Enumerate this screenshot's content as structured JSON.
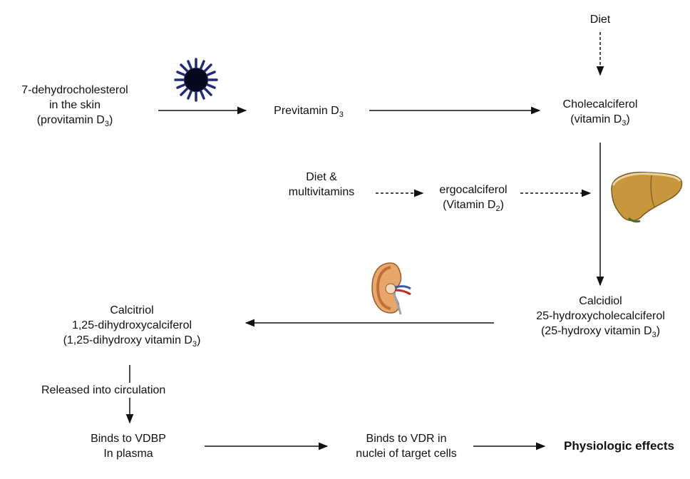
{
  "nodes": {
    "diet_top": "Diet",
    "dehydro": {
      "l1": "7-dehydrocholesterol",
      "l2": "in the skin",
      "l3a": "(provitamin D",
      "l3sub": "3",
      "l3b": ")"
    },
    "previtamin": {
      "a": "Previtamin D",
      "sub": "3"
    },
    "chole": {
      "l1": "Cholecalciferol",
      "l2a": "(vitamin D",
      "l2sub": "3",
      "l2b": ")"
    },
    "diet_multi": {
      "l1": "Diet &",
      "l2": "multivitamins"
    },
    "ergo": {
      "l1": "ergocalciferol",
      "l2a": "(Vitamin D",
      "l2sub": "2",
      "l2b": ")"
    },
    "calcidiol": {
      "l1": "Calcidiol",
      "l2": "25-hydroxycholecalciferol",
      "l3a": "(25-hydroxy vitamin D",
      "l3sub": "3",
      "l3b": ")"
    },
    "calcitriol": {
      "l1": "Calcitriol",
      "l2": "1,25-dihydroxycalciferol",
      "l3a": "(1,25-dihydroxy vitamin D",
      "l3sub": "3",
      "l3b": ")"
    },
    "released": "Released into circulation",
    "vdbp": {
      "l1": "Binds to VDBP",
      "l2": "In plasma"
    },
    "vdr": {
      "l1": "Binds to VDR in",
      "l2": "nuclei of target cells"
    },
    "effects": "Physiologic effects"
  },
  "icons": [
    "sun-icon",
    "liver-icon",
    "kidney-icon"
  ],
  "colors": {
    "sun": "#0b0b2e",
    "liver": "#c8963c",
    "kidney": "#e8a66a",
    "arrow": "#111111"
  }
}
